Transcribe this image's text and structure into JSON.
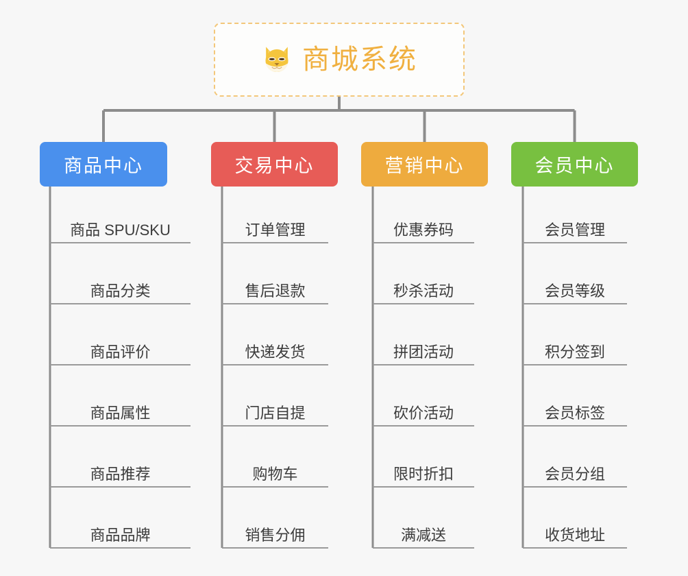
{
  "root": {
    "title": "商城系统",
    "icon": "shiba-dog-face-icon",
    "border_color": "#f3c77a",
    "text_color": "#f0b040"
  },
  "colors": {
    "background": "#f7f7f7",
    "connector": "#8c8c8c",
    "leaf_text": "#3c3c3c",
    "leaf_rule": "#9a9a9a"
  },
  "branches": [
    {
      "title": "商品中心",
      "color": "#4a90ed",
      "items": [
        "商品 SPU/SKU",
        "商品分类",
        "商品评价",
        "商品属性",
        "商品推荐",
        "商品品牌"
      ]
    },
    {
      "title": "交易中心",
      "color": "#e75c57",
      "items": [
        "订单管理",
        "售后退款",
        "快递发货",
        "门店自提",
        "购物车",
        "销售分佣"
      ]
    },
    {
      "title": "营销中心",
      "color": "#eeab3e",
      "items": [
        "优惠券码",
        "秒杀活动",
        "拼团活动",
        "砍价活动",
        "限时折扣",
        "满减送"
      ]
    },
    {
      "title": "会员中心",
      "color": "#78c040",
      "items": [
        "会员管理",
        "会员等级",
        "积分签到",
        "会员标签",
        "会员分组",
        "收货地址"
      ]
    }
  ]
}
